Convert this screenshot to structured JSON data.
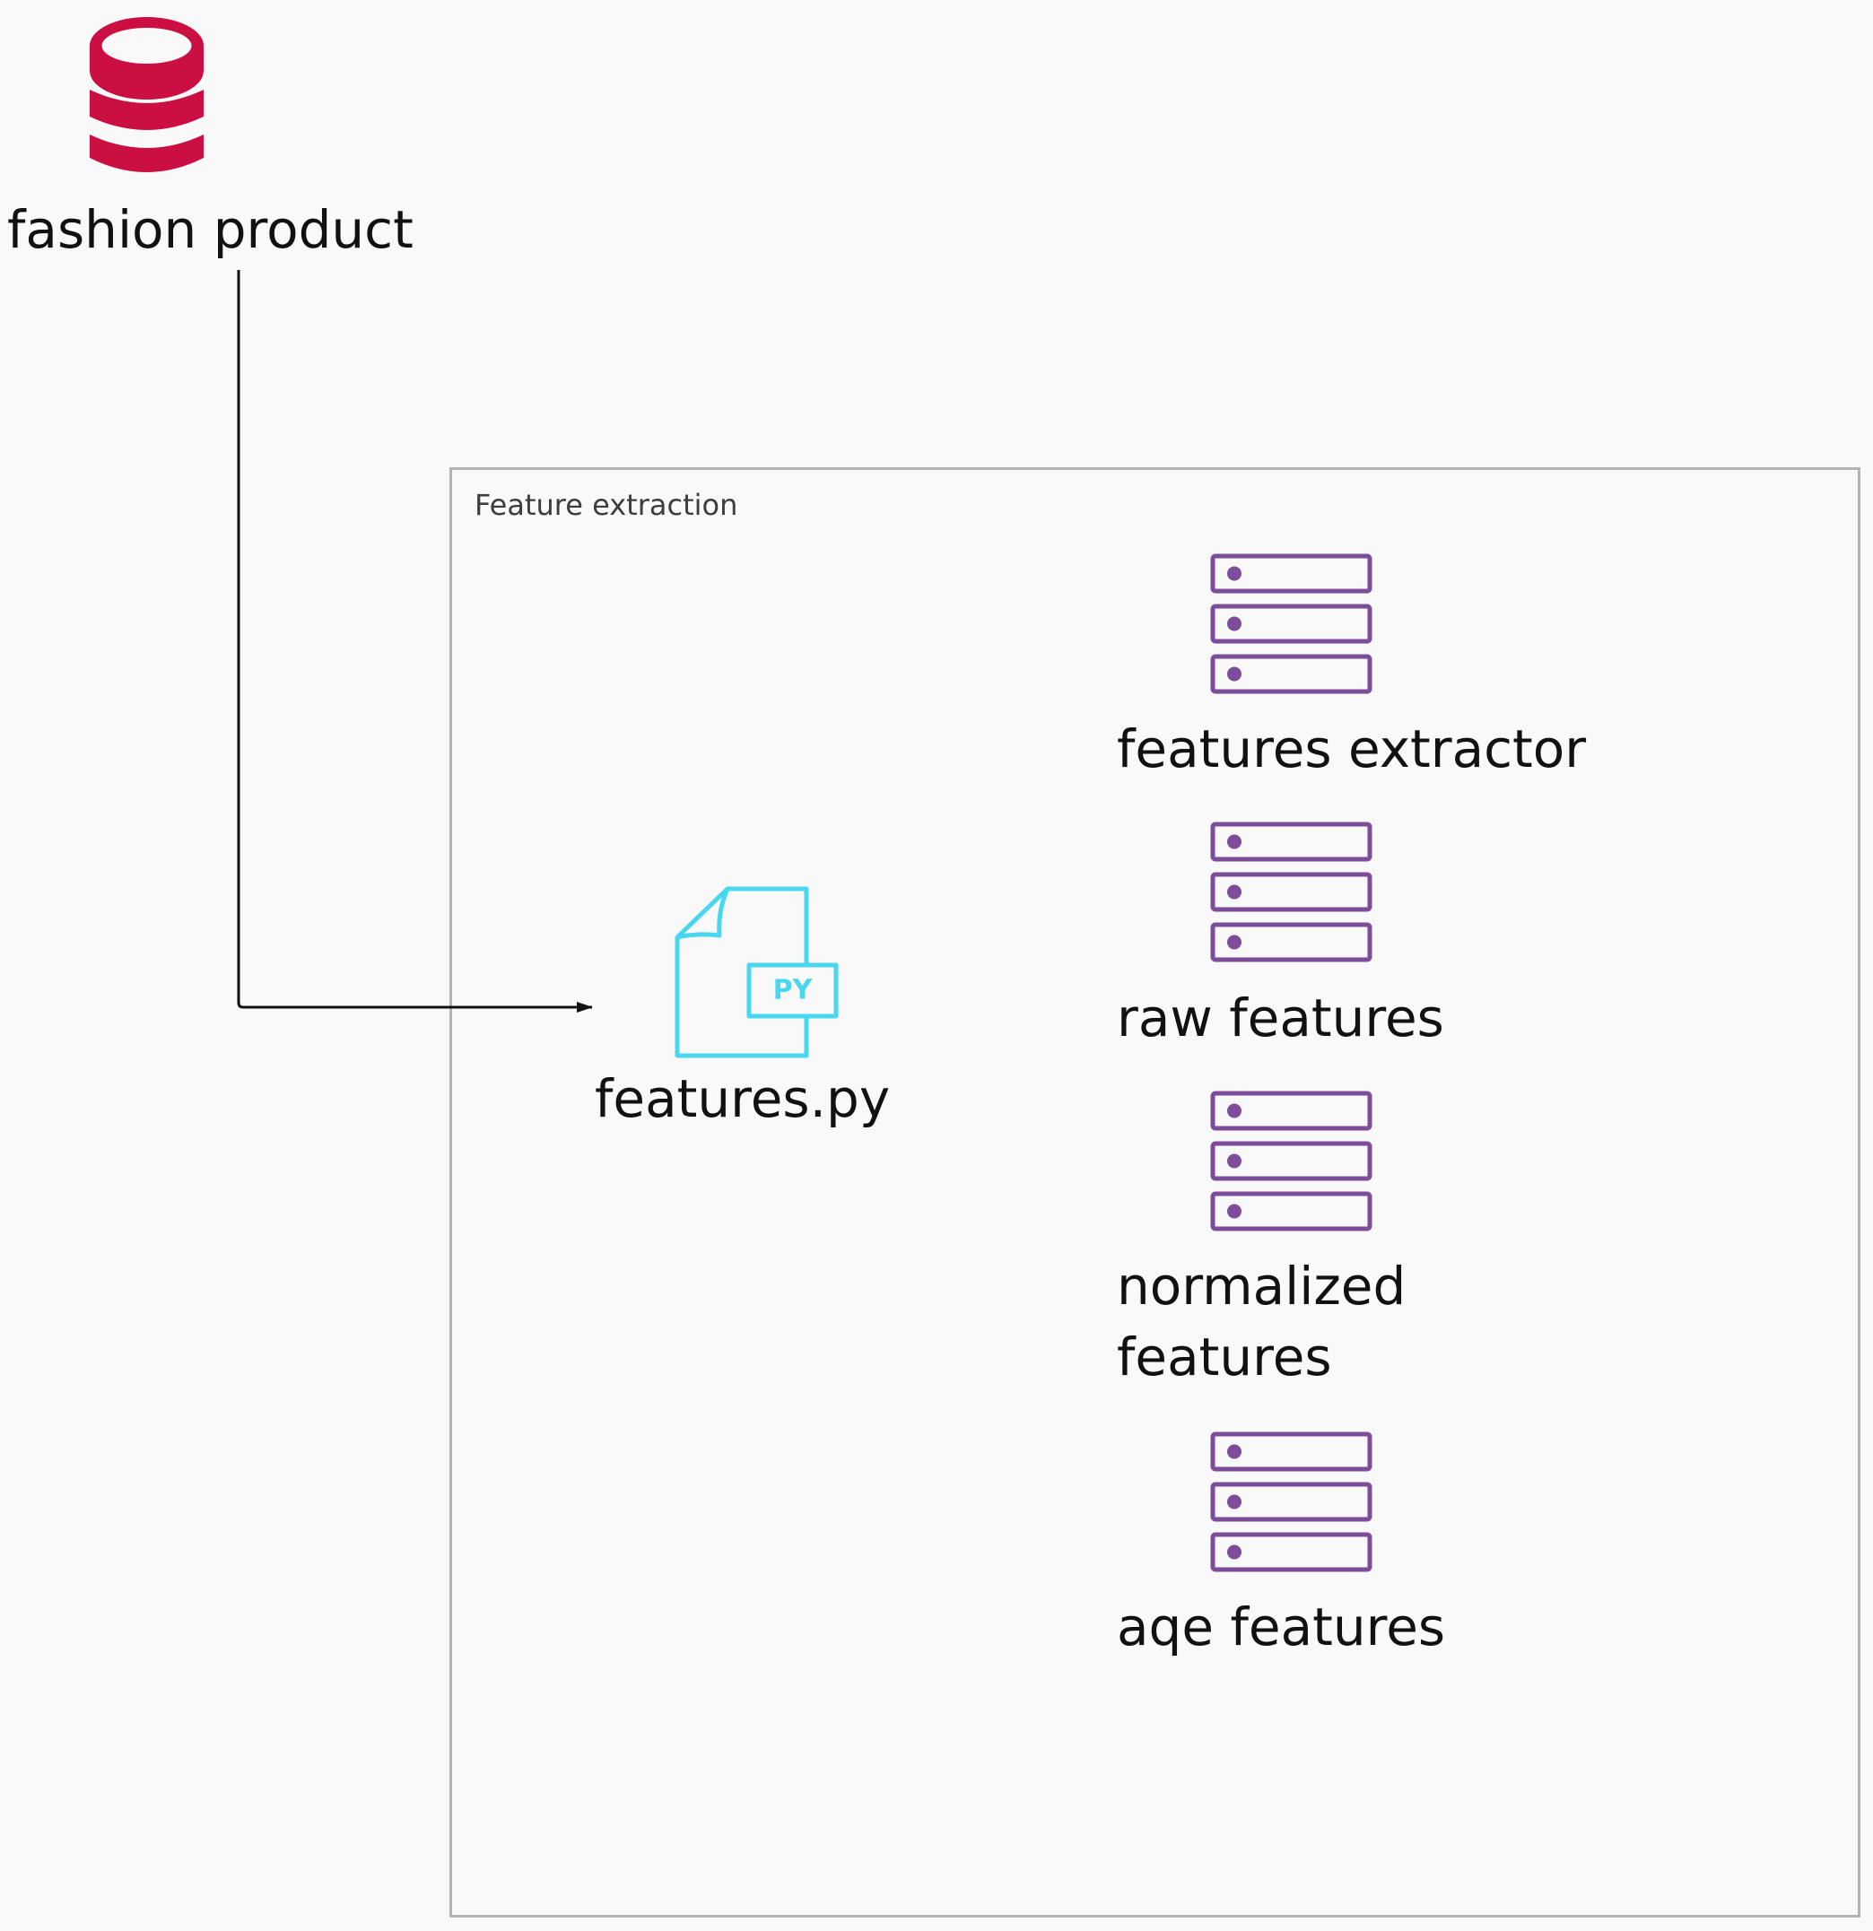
{
  "colors": {
    "background": "#f9f9f9",
    "database": "#cb0f42",
    "python_file": "#48d7ef",
    "storage": "#7d4c9b",
    "group_border": "#b3b3b3",
    "edge": "#111111"
  },
  "source": {
    "icon": "database-icon",
    "label": "fashion product"
  },
  "group": {
    "title": "Feature extraction",
    "script": {
      "icon": "python-file-icon",
      "badge": "PY",
      "label": "features.py"
    },
    "stores": [
      {
        "icon": "server-storage-icon",
        "label": "features extractor"
      },
      {
        "icon": "server-storage-icon",
        "label": "raw features"
      },
      {
        "icon": "server-storage-icon",
        "label": "normalized features"
      },
      {
        "icon": "server-storage-icon",
        "label": "aqe features"
      }
    ]
  },
  "edges": [
    {
      "from": "fashion product",
      "to": "features.py"
    }
  ]
}
